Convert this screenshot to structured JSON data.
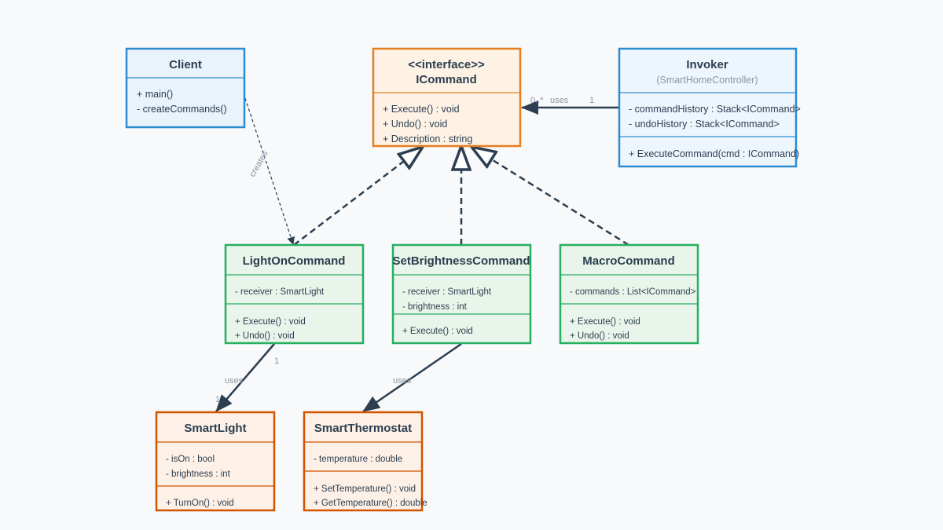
{
  "colors": {
    "client": "#2e8bd0",
    "interface": "#e67e22",
    "command": "#27ae60",
    "receiver": "#d35400",
    "line": "#2c3e50"
  },
  "classes": {
    "client": {
      "name": "Client",
      "methods": [
        "+ main()",
        "- createCommands()"
      ]
    },
    "icommand": {
      "stereotype": "<<interface>>",
      "name": "ICommand",
      "methods": [
        "+ Execute() : void",
        "+ Undo() : void",
        "+ Description : string"
      ]
    },
    "invoker": {
      "name": "Invoker",
      "subtitle": "(SmartHomeController)",
      "fields": [
        "- commandHistory : Stack<ICommand>",
        "- undoHistory : Stack<ICommand>"
      ],
      "methods": [
        "+ ExecuteCommand(cmd : ICommand)"
      ]
    },
    "lighton": {
      "name": "LightOnCommand",
      "fields": [
        "- receiver : SmartLight"
      ],
      "methods": [
        "+ Execute() : void",
        "+ Undo() : void"
      ]
    },
    "setbrightness": {
      "name": "SetBrightnessCommand",
      "fields": [
        "- receiver : SmartLight",
        "- brightness : int"
      ],
      "methods": [
        "+ Execute() : void"
      ]
    },
    "macro": {
      "name": "MacroCommand",
      "fields": [
        "- commands : List<ICommand>"
      ],
      "methods": [
        "+ Execute() : void",
        "+ Undo() : void"
      ]
    },
    "smartlight": {
      "name": "SmartLight",
      "fields": [
        "- isOn : bool",
        "- brightness : int"
      ],
      "methods": [
        "+ TurnOn() : void"
      ]
    },
    "thermostat": {
      "name": "SmartThermostat",
      "fields": [
        "- temperature : double"
      ],
      "methods": [
        "+ SetTemperature() : void",
        "+ GetTemperature() : double"
      ]
    }
  },
  "relations": {
    "creates": "creates",
    "invoker_uses": {
      "label": "uses",
      "from_mult": "0..*",
      "to_mult": "1"
    },
    "light_uses": {
      "label": "uses",
      "from_mult": "1",
      "to_mult": "1"
    },
    "thermo_uses": {
      "label": "uses"
    }
  }
}
